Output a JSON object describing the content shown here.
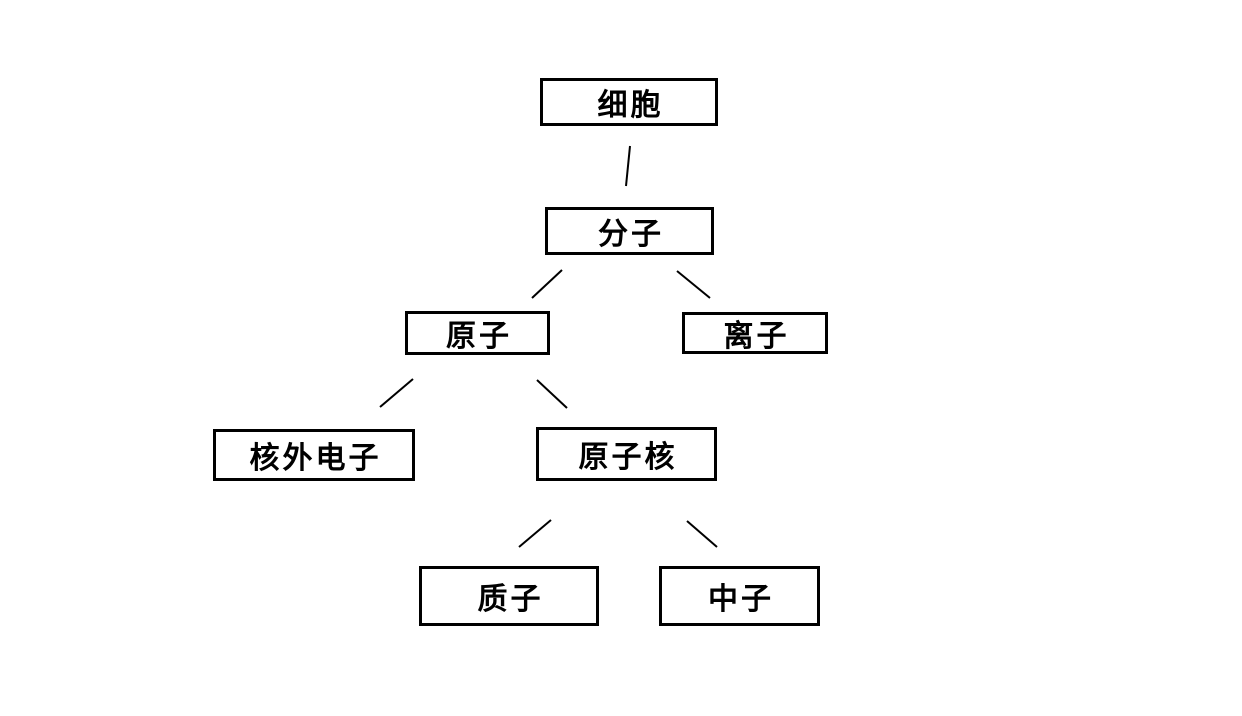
{
  "diagram": {
    "type": "tree",
    "background_color": "#ffffff",
    "node_style": {
      "border_color": "#000000",
      "fill_color": "#ffffff",
      "text_color": "#000000",
      "line_color": "#000000"
    },
    "nodes": {
      "cell": {
        "label": "细胞"
      },
      "molecule": {
        "label": "分子"
      },
      "atom": {
        "label": "原子"
      },
      "ion": {
        "label": "离子"
      },
      "electron": {
        "label": "核外电子"
      },
      "nucleus": {
        "label": "原子核"
      },
      "proton": {
        "label": "质子"
      },
      "neutron": {
        "label": "中子"
      }
    },
    "edges": [
      {
        "from": "cell",
        "to": "molecule"
      },
      {
        "from": "molecule",
        "to": "atom"
      },
      {
        "from": "molecule",
        "to": "ion"
      },
      {
        "from": "atom",
        "to": "electron"
      },
      {
        "from": "atom",
        "to": "nucleus"
      },
      {
        "from": "nucleus",
        "to": "proton"
      },
      {
        "from": "nucleus",
        "to": "neutron"
      }
    ]
  }
}
